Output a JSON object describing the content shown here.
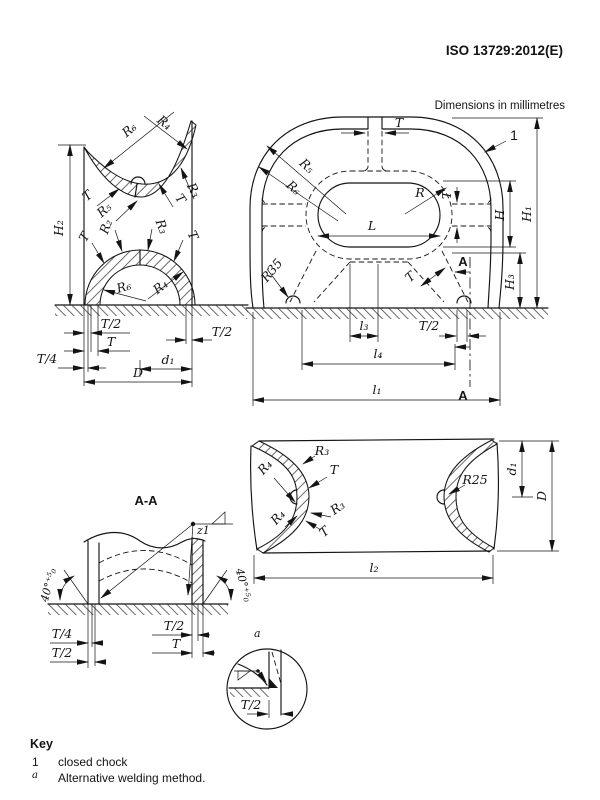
{
  "header": {
    "standard_ref": "ISO 13729:2012(E)",
    "units_note": "Dimensions in millimetres"
  },
  "figure": {
    "part_ref": "1",
    "section_letter": "A",
    "section_title": "A-A",
    "detail_ref": "a",
    "weld_designation": "z1",
    "bevel_angle": "40°⁺⁵₀"
  },
  "dims": {
    "T": "T",
    "T_half": "T/2",
    "T_quarter": "T/4",
    "R": "R",
    "R2": "R₂",
    "R3": "R₃",
    "R4": "R₄",
    "R5": "R₅",
    "R6": "R₆",
    "R25": "R25",
    "R35": "R35",
    "L": "L",
    "H": "H",
    "H1": "H₁",
    "H2": "H₂",
    "H3": "H₃",
    "D": "D",
    "d1": "d₁",
    "l1": "l₁",
    "l2": "l₂",
    "l3": "l₃",
    "l4": "l₄"
  },
  "key": {
    "title": "Key",
    "items": [
      {
        "ref": "1",
        "desc": "closed chock"
      },
      {
        "ref": "a",
        "desc": "Alternative welding method."
      }
    ]
  }
}
